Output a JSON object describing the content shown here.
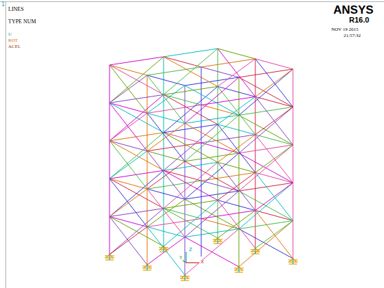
{
  "diagram": {
    "labels": [
      "1",
      "LINES",
      "TYPE NUM",
      "U",
      "ROT",
      "ACEL",
      "ANSYS",
      "R16.0",
      "NOV 19 2015",
      "21:57:32",
      "Z",
      "X",
      "Y"
    ]
  }
}
